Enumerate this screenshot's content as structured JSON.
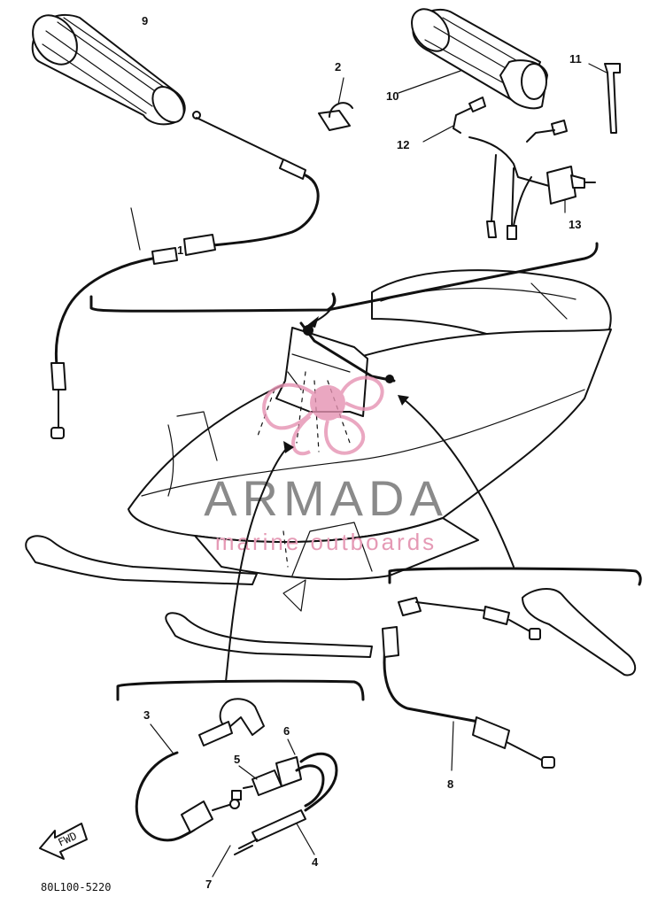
{
  "callouts": {
    "c1": "1",
    "c2": "2",
    "c3": "3",
    "c4": "4",
    "c5": "5",
    "c6": "6",
    "c7": "7",
    "c8": "8",
    "c9": "9",
    "c10": "10",
    "c11": "11",
    "c12": "12",
    "c13": "13"
  },
  "fwd_label": "FWD",
  "diagram_code": "80L100-5220",
  "watermark": {
    "title": "ARMADA",
    "subtitle": "marine outboards",
    "logo_color": "#e592b2",
    "text_color": "#8a8a8a"
  }
}
